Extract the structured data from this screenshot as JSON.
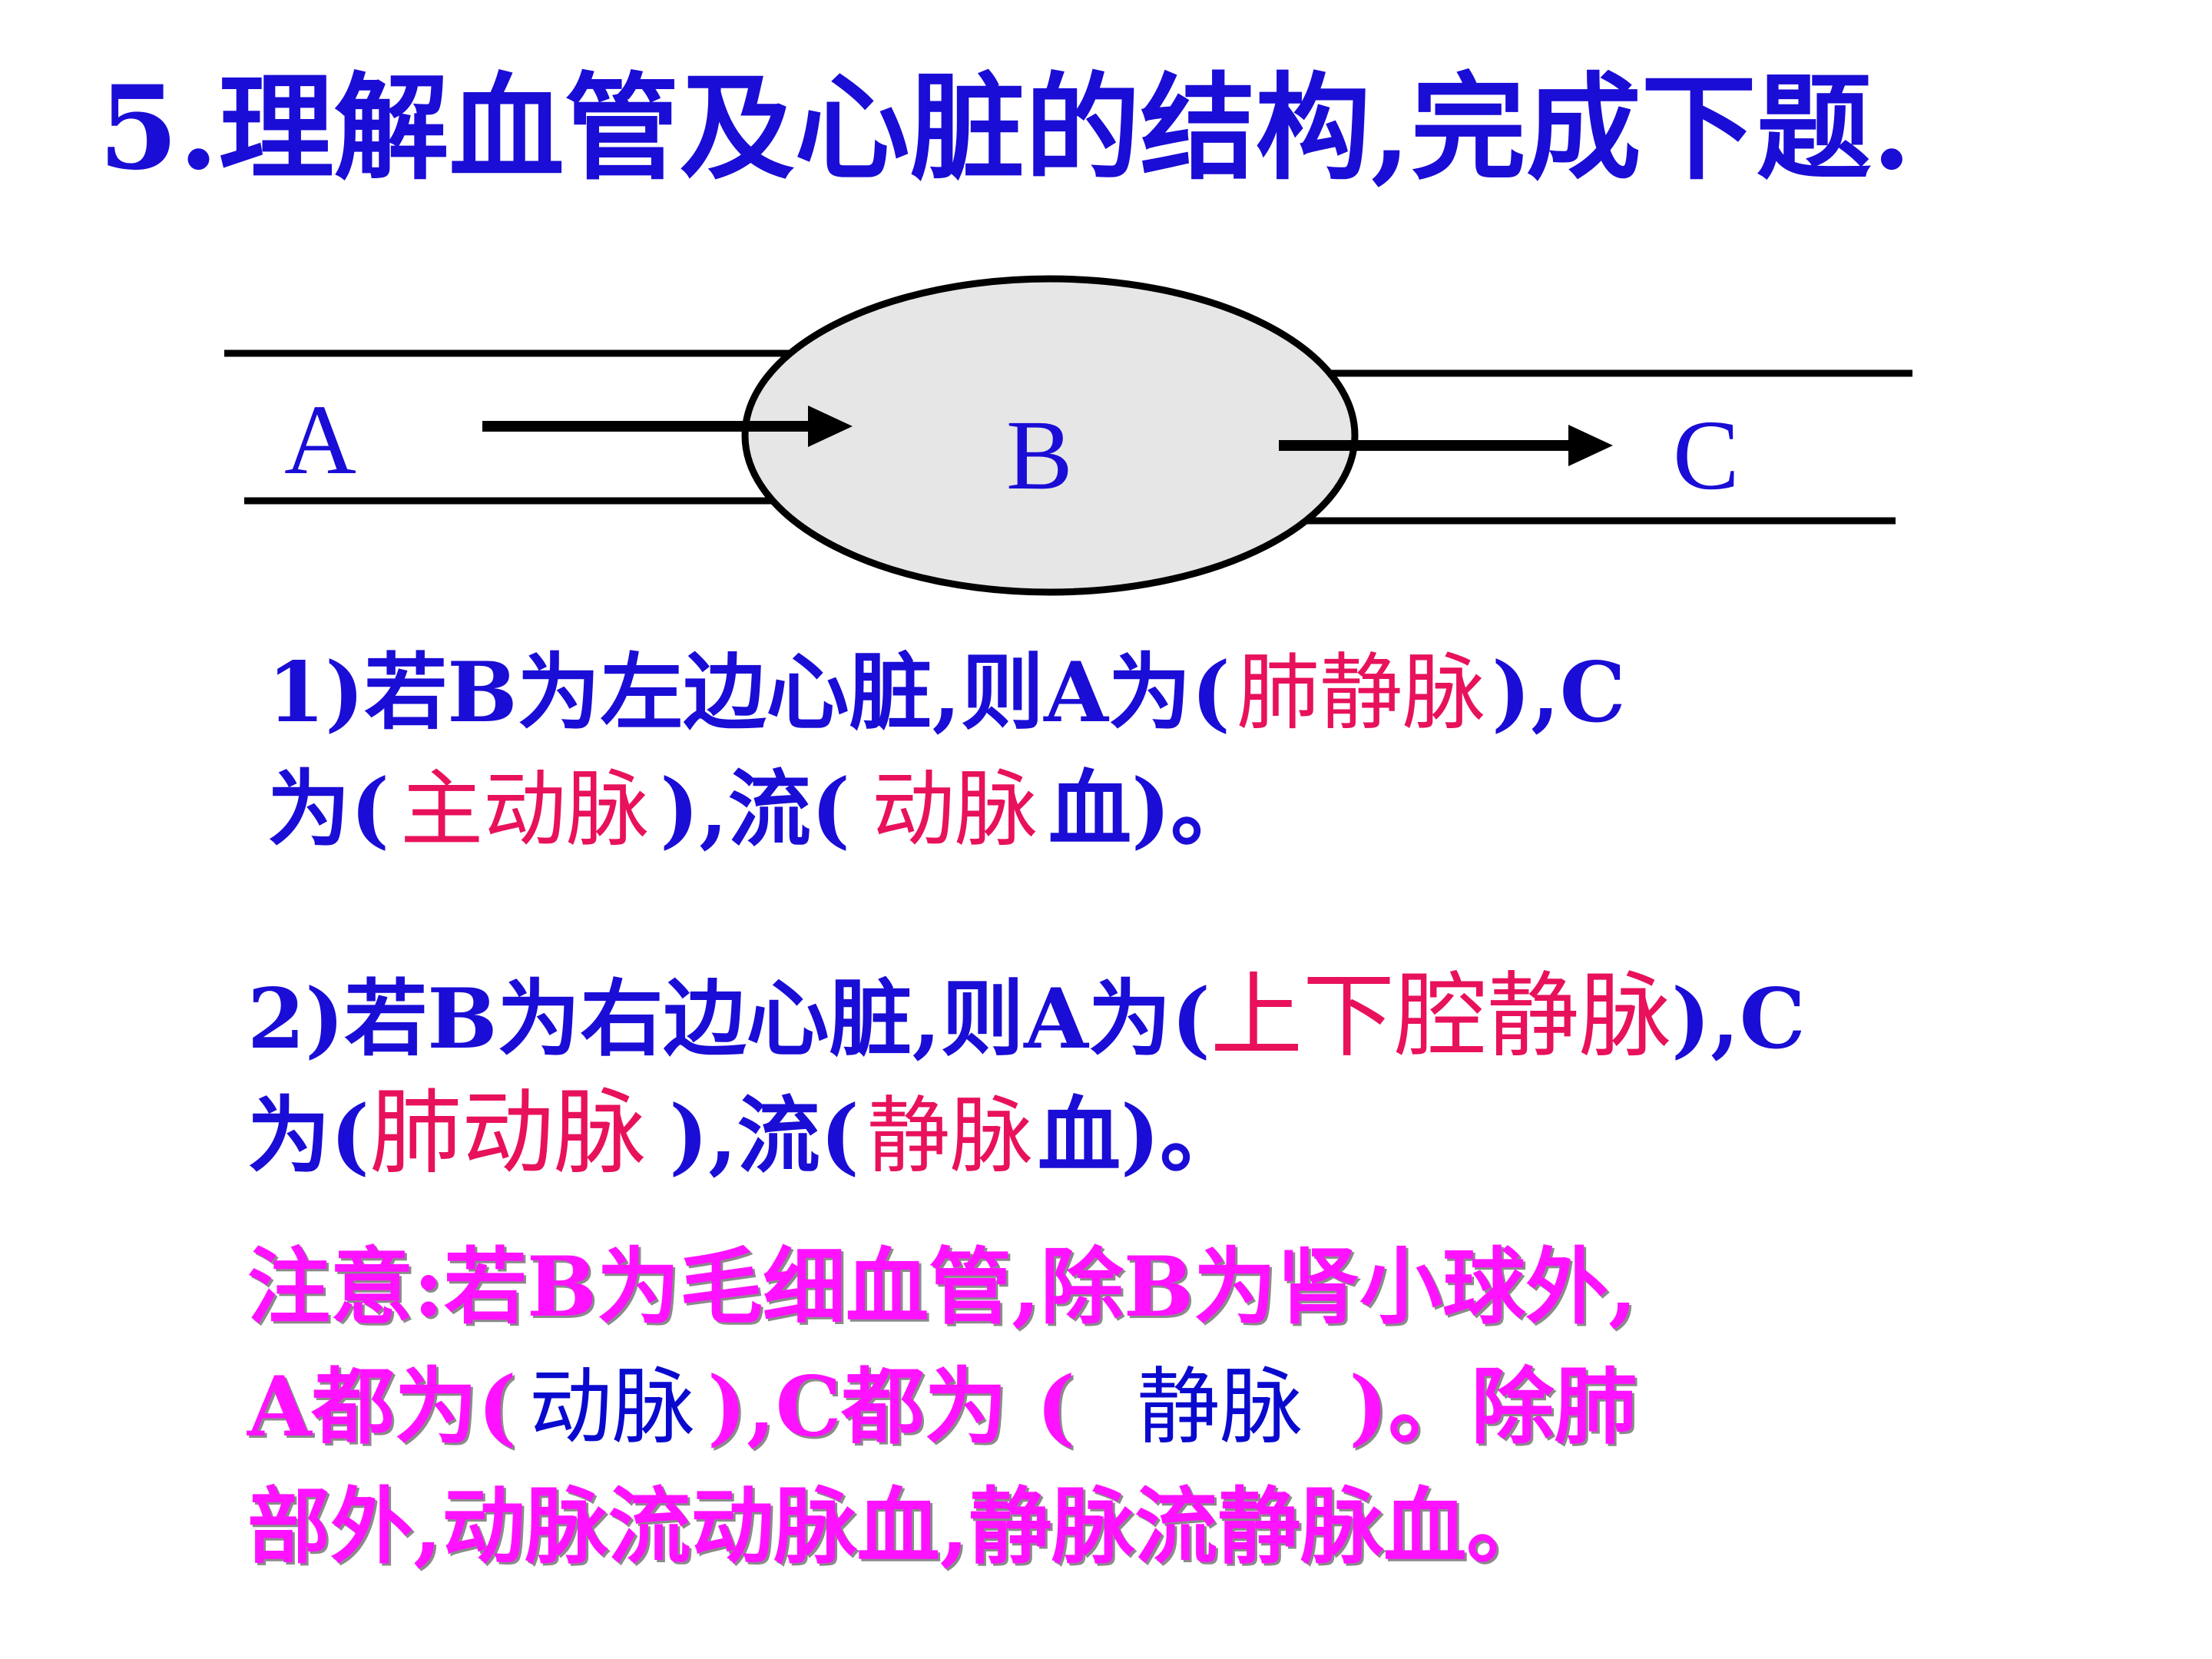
{
  "title": "5.理解血管及心脏的结构,完成下题.",
  "diagram": {
    "label_a": "A",
    "label_b": "B",
    "label_c": "C",
    "ellipse_fill": "#e6e6e6",
    "line_color": "#000000"
  },
  "question1": {
    "line1_prefix": "1)若B为左边心脏,则A为(",
    "line1_answer": "肺静脉",
    "line1_suffix": "),C",
    "line2_prefix": "为(",
    "line2_answer1": "主动脉",
    "line2_middle": "),流(",
    "line2_answer2": "动脉",
    "line2_suffix": "血)。"
  },
  "question2": {
    "line1_prefix": "2)若B为右边心脏,则A为(",
    "line1_answer": "上下腔静脉",
    "line1_suffix": "),C",
    "line2_prefix": "为(",
    "line2_answer1": "肺动脉",
    "line2_middle": "),流(",
    "line2_answer2": "静脉",
    "line2_suffix": "血)。"
  },
  "note": {
    "line1": "注意:若B为毛细血管,除B为肾小球外,",
    "line2_prefix": "A都为(",
    "line2_answer1": "动脉",
    "line2_middle": "),C都为 (",
    "line2_answer2": "静脉",
    "line2_suffix": ")。除肺",
    "line3": "部外,动脉流动脉血,静脉流静脉血。"
  },
  "colors": {
    "prompt_text": "#1a0dd6",
    "answer_text": "#e8115c",
    "note_text": "#ff12ff",
    "note_answer": "#0a0acf"
  }
}
